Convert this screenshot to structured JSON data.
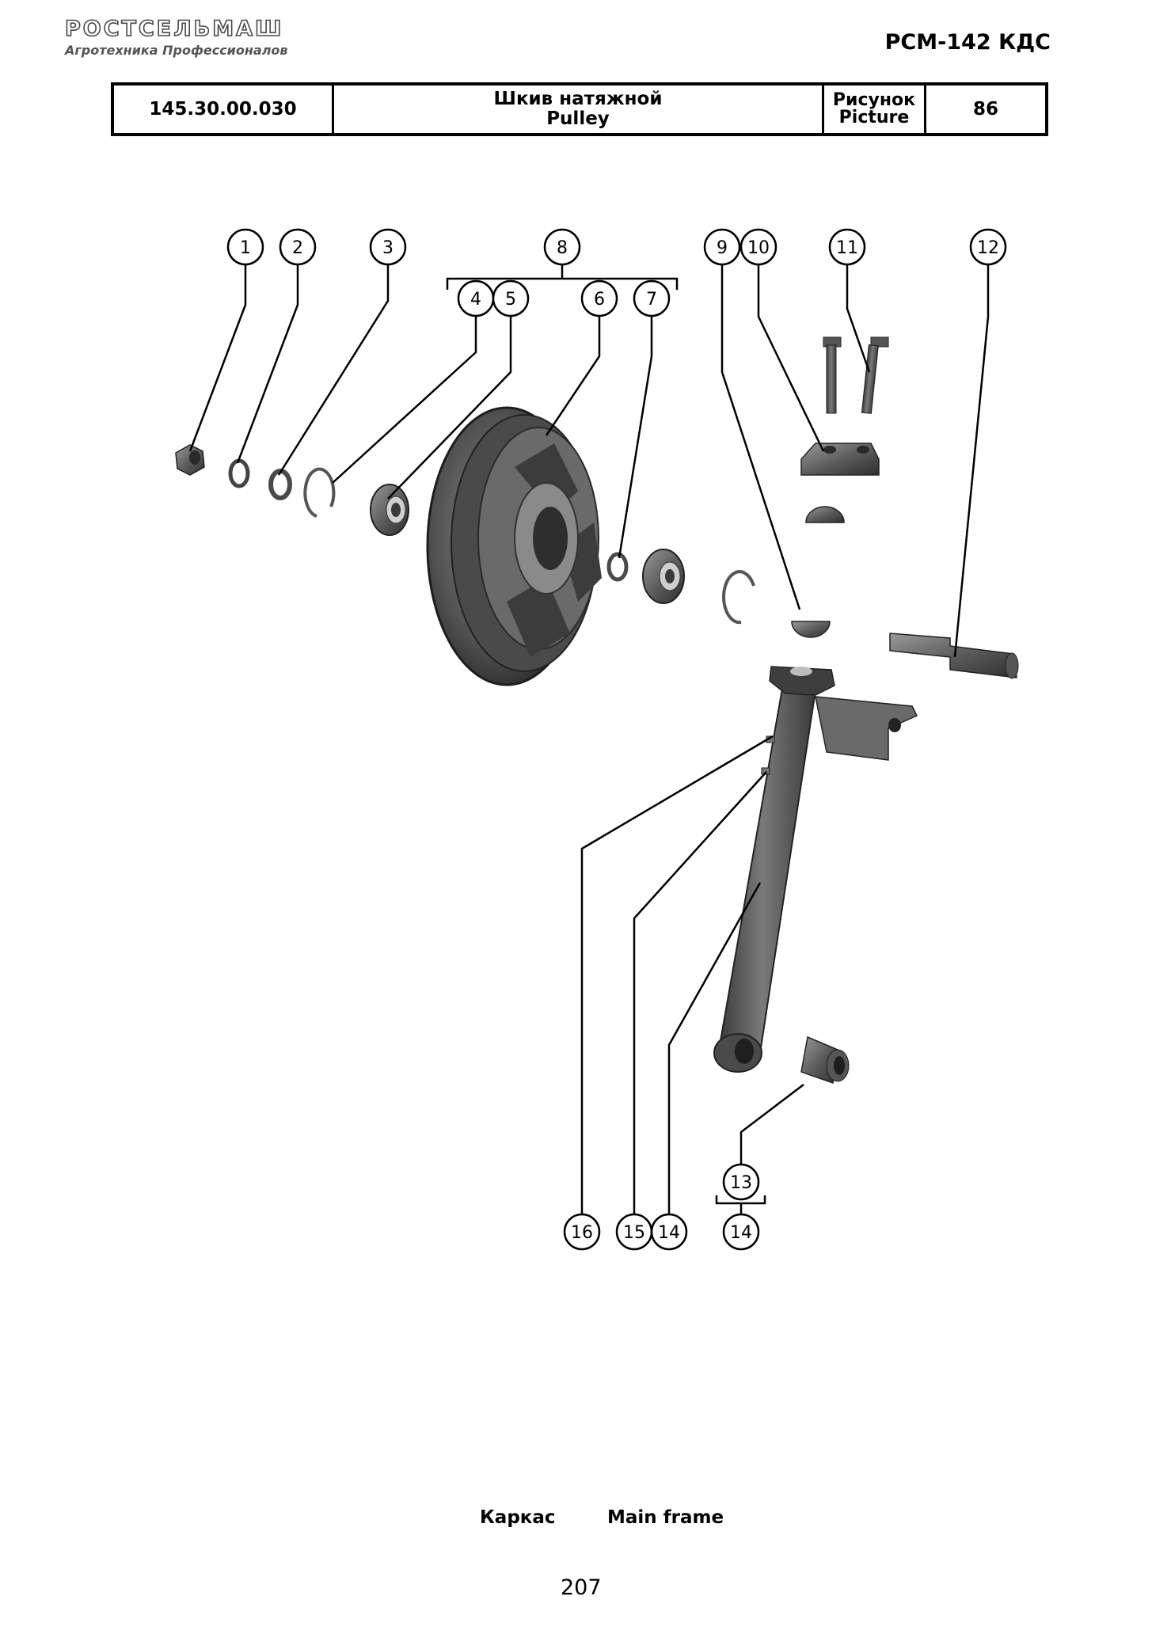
{
  "header": {
    "logo_text": "РОСТСЕЛЬМАШ",
    "logo_tagline": "Агротехника Профессионалов",
    "model": "РСМ-142 КДС"
  },
  "title_block": {
    "part_code": "145.30.00.030",
    "name_ru": "Шкив натяжной",
    "name_en": "Pulley",
    "picture_label_ru": "Рисунок",
    "picture_label_en": "Picture",
    "picture_number": "86"
  },
  "callouts": {
    "c1": "1",
    "c2": "2",
    "c3": "3",
    "c4": "4",
    "c5": "5",
    "c6": "6",
    "c7": "7",
    "c8": "8",
    "c9": "9",
    "c10": "10",
    "c11": "11",
    "c12": "12",
    "c13": "13",
    "c14a": "14",
    "c14b": "14",
    "c15": "15",
    "c16": "16"
  },
  "footer": {
    "caption_ru": "Каркас",
    "caption_en": "Main frame",
    "page_number": "207"
  }
}
